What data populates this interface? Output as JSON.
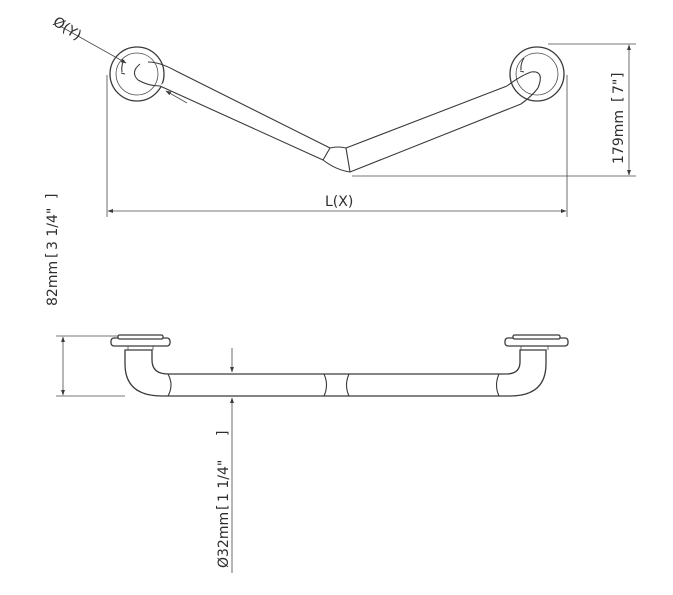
{
  "labels": {
    "diameter_y": "Ø(Y)",
    "length_x": "L(X)",
    "height": "179mm",
    "height_in": "7\"",
    "projection": "82mm",
    "projection_in": "3 1/4\"",
    "tube_diameter": "Ø32mm",
    "tube_diameter_in": "1 1/4\""
  },
  "colors": {
    "line": "#3a3a3a",
    "text": "#2f2f2f",
    "background": "#ffffff"
  }
}
